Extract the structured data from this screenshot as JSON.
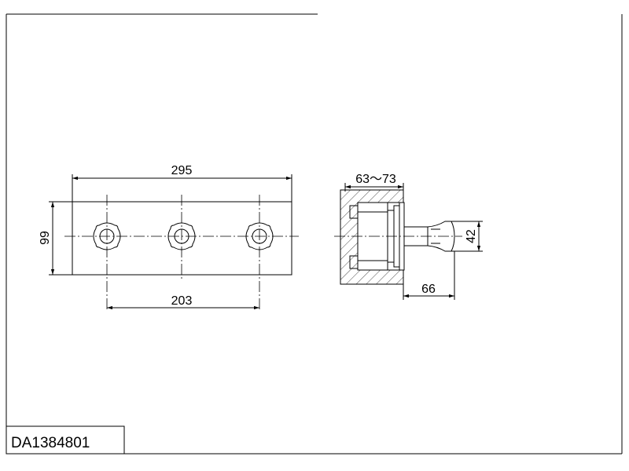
{
  "drawing_code": "DA1384801",
  "dimensions": {
    "plate_width": "295",
    "plate_height": "99",
    "handle_spacing": "203",
    "wall_depth": "63～73",
    "projection": "66",
    "handle_diameter": "42"
  },
  "colors": {
    "line": "#000000",
    "background": "#ffffff"
  }
}
